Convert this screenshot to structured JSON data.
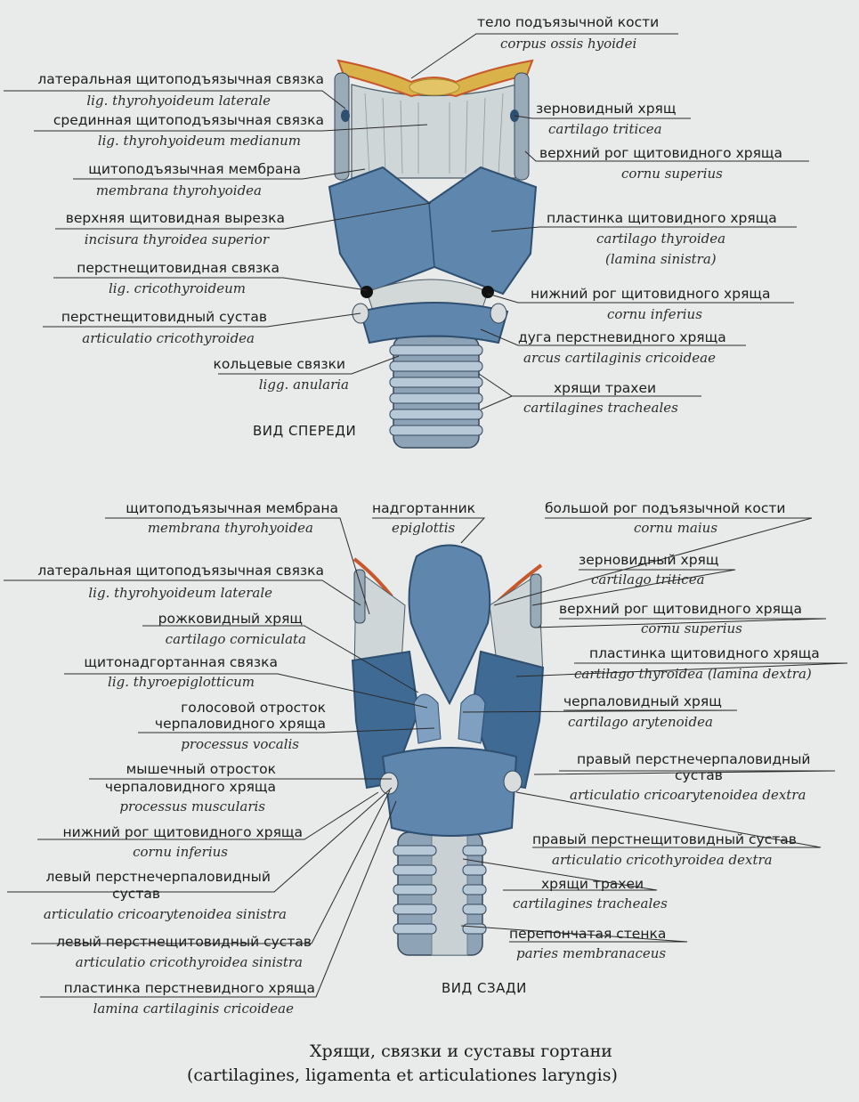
{
  "front": {
    "view_label": "ВИД СПЕРЕДИ",
    "labels": [
      {
        "id": "corpus",
        "ru": "тело подъязычной кости",
        "la": "corpus ossis hyoidei"
      },
      {
        "id": "lig-lat",
        "ru": "латеральная щитоподъязычная связка",
        "la": "lig. thyrohyoideum laterale"
      },
      {
        "id": "lig-med",
        "ru": "срединная щитоподъязычная связка",
        "la": "lig. thyrohyoideum medianum"
      },
      {
        "id": "membrana",
        "ru": "щитоподъязычная мембрана",
        "la": "membrana thyrohyoidea"
      },
      {
        "id": "incisura",
        "ru": "верхняя щитовидная вырезка",
        "la": "incisura thyroidea superior"
      },
      {
        "id": "cricothyr-lig",
        "ru": "перстнещитовидная связка",
        "la": "lig. cricothyroideum"
      },
      {
        "id": "cricothyr-art",
        "ru": "перстнещитовидный сустав",
        "la": "articulatio cricothyroidea"
      },
      {
        "id": "anularia",
        "ru": "кольцевые связки",
        "la": "ligg. anularia"
      },
      {
        "id": "triticea",
        "ru": "зерновидный хрящ",
        "la": "cartilago triticea"
      },
      {
        "id": "cornu-sup",
        "ru": "верхний рог щитовидного хряща",
        "la": "cornu superius"
      },
      {
        "id": "lamina",
        "ru": "пластинка щитовидного хряща",
        "la": "cartilago thyroidea",
        "la2": "(lamina sinistra)"
      },
      {
        "id": "cornu-inf",
        "ru": "нижний рог щитовидного хряща",
        "la": "cornu inferius"
      },
      {
        "id": "arcus",
        "ru": "дуга перстневидного хряща",
        "la": "arcus cartilaginis cricoideae"
      },
      {
        "id": "tracheales",
        "ru": "хрящи трахеи",
        "la": "cartilagines tracheales"
      }
    ]
  },
  "back": {
    "view_label": "ВИД СЗАДИ",
    "labels": [
      {
        "id": "membrana",
        "ru": "щитоподъязычная мембрана",
        "la": "membrana thyrohyoidea"
      },
      {
        "id": "epiglottis",
        "ru": "надгортанник",
        "la": "epiglottis"
      },
      {
        "id": "cornu-maius",
        "ru": "большой рог подъязычной кости",
        "la": "cornu maius"
      },
      {
        "id": "lig-lat",
        "ru": "латеральная щитоподъязычная связка",
        "la": "lig. thyrohyoideum laterale"
      },
      {
        "id": "triticea",
        "ru": "зерновидный хрящ",
        "la": "cartilago triticea"
      },
      {
        "id": "cornu-sup",
        "ru": "верхний рог щитовидного хряща",
        "la": "cornu superius"
      },
      {
        "id": "corniculata",
        "ru": "рожковидный хрящ",
        "la": "cartilago corniculata"
      },
      {
        "id": "lamina-dextra",
        "ru": "пластинка щитовидного хряща",
        "la": "cartilago thyroidea (lamina dextra)"
      },
      {
        "id": "thyroepi",
        "ru": "щитонадгортанная связка",
        "la": "lig. thyroepiglotticum"
      },
      {
        "id": "arytenoidea",
        "ru": "черпаловидный хрящ",
        "la": "cartilago arytenoidea"
      },
      {
        "id": "vocalis",
        "ru": "голосовой отросток",
        "ru2": "черпаловидного хряща",
        "la": "processus vocalis"
      },
      {
        "id": "crico-aryt-dex",
        "ru": "правый перстнечерпаловидный",
        "ru2": "сустав",
        "la": "articulatio cricoarytenoidea dextra"
      },
      {
        "id": "muscularis",
        "ru": "мышечный отросток",
        "ru2": "черпаловидного хряща",
        "la": "processus muscularis"
      },
      {
        "id": "cornu-inf",
        "ru": "нижний рог щитовидного хряща",
        "la": "cornu inferius"
      },
      {
        "id": "cricothyr-dex",
        "ru": "правый перстнещитовидный сустав",
        "la": "articulatio cricothyroidea dextra"
      },
      {
        "id": "crico-aryt-sin",
        "ru": "левый перстнечерпаловидный",
        "ru2": "сустав",
        "la": "articulatio cricoarytenoidea sinistra"
      },
      {
        "id": "tracheales",
        "ru": "хрящи трахеи",
        "la": "cartilagines tracheales"
      },
      {
        "id": "cricothyr-sin",
        "ru": "левый перстнещитовидный сустав",
        "la": "articulatio cricothyroidea sinistra"
      },
      {
        "id": "membranaceus",
        "ru": "перепончатая стенка",
        "la": "paries membranaceus"
      },
      {
        "id": "lamina-cric",
        "ru": "пластинка перстневидного хряща",
        "la": "lamina cartilaginis cricoideae"
      }
    ]
  },
  "caption": {
    "line1": "Хрящи, связки и суставы гортани",
    "line2": "(cartilagines, ligamenta et articulationes laryngis)"
  },
  "colors": {
    "cartilage": "#5f86ad",
    "cartilage_dark": "#2f4f70",
    "ligament": "#c9cfcf",
    "bone": "#d9b24a",
    "bone_edge": "#c8582c",
    "leader": "#2a2a2a"
  }
}
